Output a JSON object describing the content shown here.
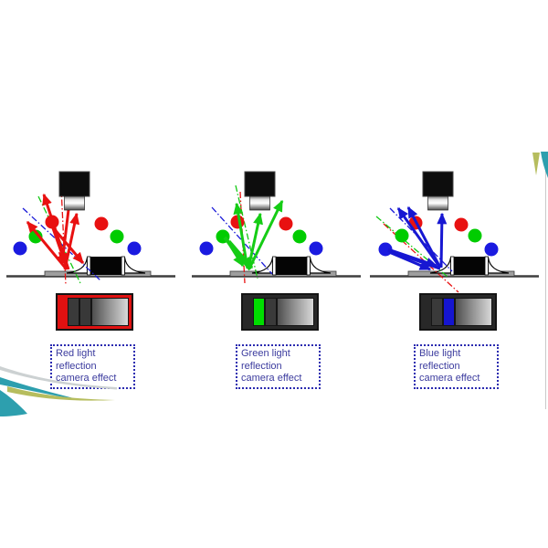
{
  "slide": {
    "background": "#ffffff",
    "caption_text_color": "#3b3b9e",
    "caption_border_color": "#2b2bb0",
    "edge_line_color": "#c9c9c9",
    "decor": {
      "teal": "#2d9fae",
      "olive": "#b6bd5e",
      "light_gray": "#ccd1d2"
    }
  },
  "ray_colors": {
    "red": "#e81111",
    "green": "#13c913",
    "blue": "#1a1ad8"
  },
  "dot_colors": {
    "red": "#e81111",
    "green": "#00cc00",
    "blue": "#1a1ae0"
  },
  "camera": {
    "body": "#0d0d0d"
  },
  "board": {
    "ground": "#3f3f3f",
    "pad": "#9e9e9e",
    "component": "#050505"
  },
  "panels": [
    {
      "name": "red-light",
      "accent": "#e81111",
      "caption": {
        "line1": "Red light",
        "line2": "reflection",
        "line3": "camera effect"
      },
      "bar": {
        "frame": "#e01111",
        "slot1": "#3a3a3a",
        "slot2": "#383838"
      }
    },
    {
      "name": "green-light",
      "accent": "#15cc15",
      "caption": {
        "line1": "Green light",
        "line2": "reflection",
        "line3": "camera effect"
      },
      "bar": {
        "frame": "#282828",
        "slot1": "#00dd00",
        "slot2": "#3a3a3a"
      }
    },
    {
      "name": "blue-light",
      "accent": "#1717d2",
      "caption": {
        "line1": "Blue light",
        "line2": "reflection",
        "line3": "camera effect"
      },
      "bar": {
        "frame": "#282828",
        "slot1": "#3a3a3a",
        "slot2": "#1515d0"
      }
    }
  ]
}
